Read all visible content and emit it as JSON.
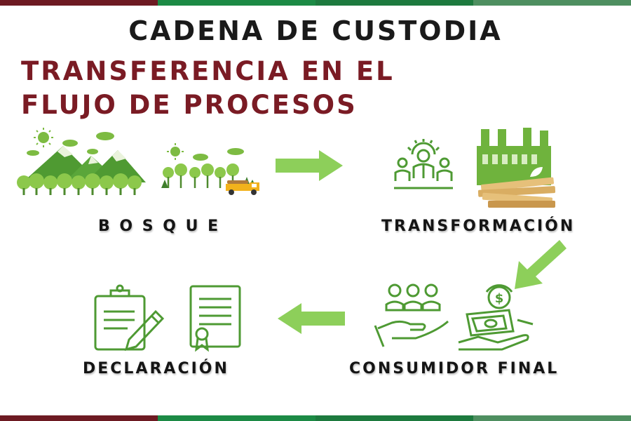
{
  "title": "CADENA DE CUSTODIA",
  "subtitle_line1": "TRANSFERENCIA EN EL",
  "subtitle_line2": "FLUJO DE PROCESOS",
  "stages": {
    "bosque": "B O S Q U E",
    "transformacion": "TRANSFORMACIÓN",
    "consumidor_final": "CONSUMIDOR FINAL",
    "declaracion": "DECLARACIÓN"
  },
  "icons": {
    "forest": "mountains-forest-icon",
    "logging": "logging-truck-icon",
    "workers": "workers-gear-icon",
    "factory": "factory-lumber-icon",
    "consumers": "consumers-hand-icon",
    "payment": "money-hand-icon",
    "clipboard": "clipboard-pencil-icon",
    "certificate": "certificate-icon"
  },
  "colors": {
    "accent_green": "#6fb33d",
    "arrow_green": "#8dcf5a",
    "dark_green": "#3f7e2c",
    "title_dark": "#1a1a1a",
    "subtitle_maroon": "#7a1b24",
    "band": [
      "#6d1a22",
      "#1c8a45",
      "#1d7a3e",
      "#4e8f60"
    ]
  }
}
